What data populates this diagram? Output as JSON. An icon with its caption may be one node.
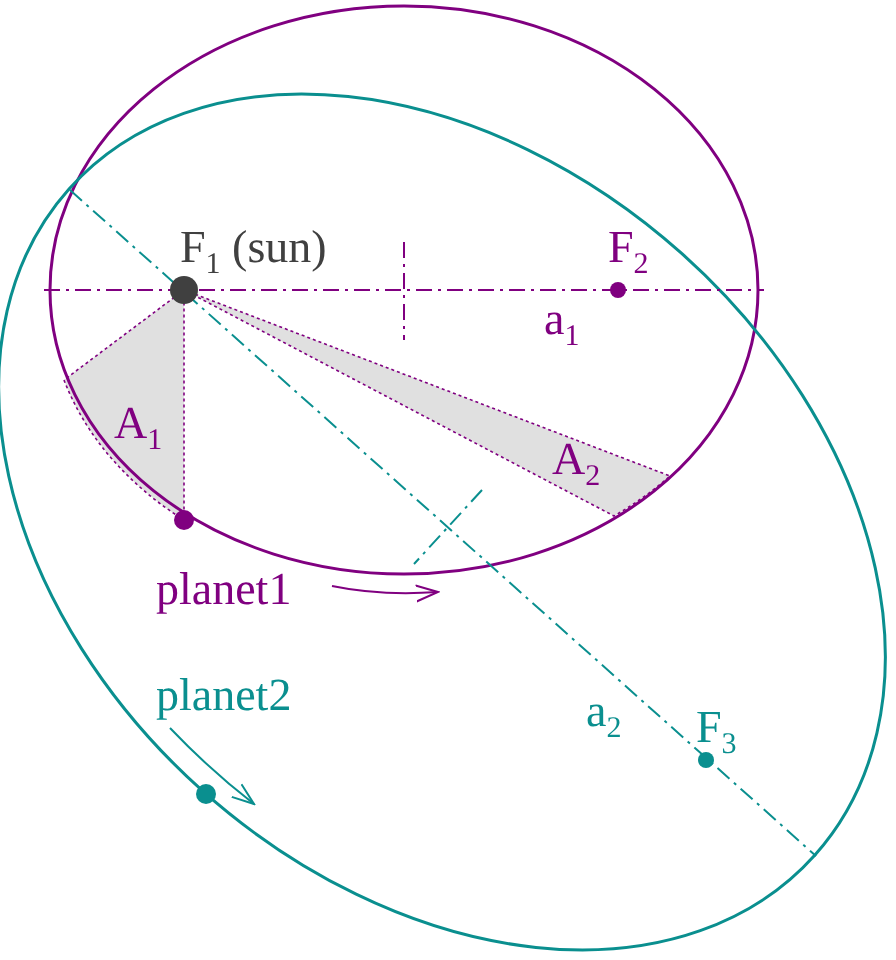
{
  "diagram": {
    "labels": [
      "F$_{1}$ (sun)",
      "F$_{2}$",
      "a$_{1}$",
      "A$_{1}$",
      "A$_{2}$",
      "planet1",
      "planet2",
      "a$_{2}$",
      "F$_{3}$"
    ]
  }
}
